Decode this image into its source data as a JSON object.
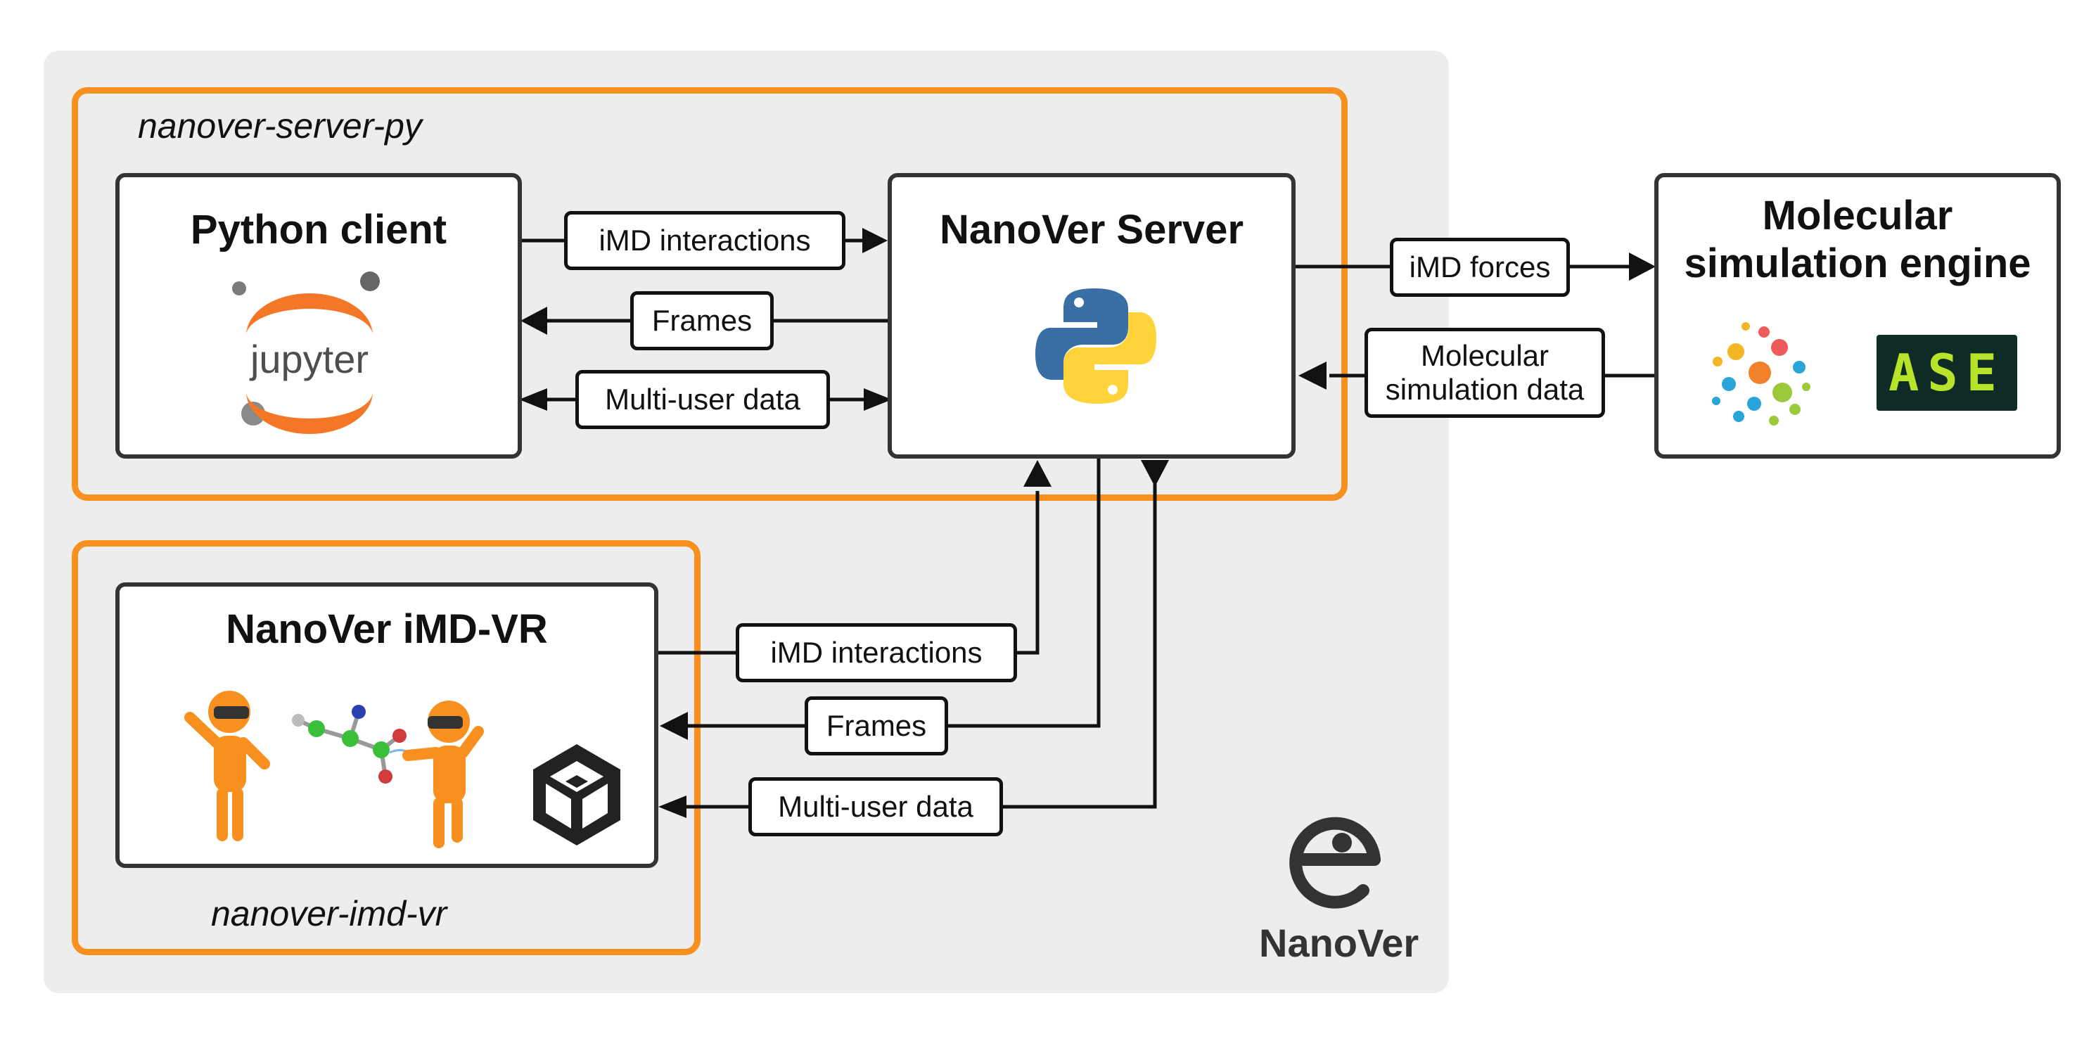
{
  "groups": {
    "server": "nanover-server-py",
    "vr": "nanover-imd-vr"
  },
  "nodes": {
    "python_client": "Python client",
    "jupyter": "jupyter",
    "server": "NanoVer Server",
    "engine_line1": "Molecular",
    "engine_line2": "simulation engine",
    "ase": "ASE",
    "vr": "NanoVer iMD-VR"
  },
  "edges": {
    "imd_interactions_top": "iMD interactions",
    "frames_top": "Frames",
    "multiuser_top": "Multi-user data",
    "imd_forces": "iMD forces",
    "molsim_line1": "Molecular",
    "molsim_line2": "simulation data",
    "imd_interactions_vr": "iMD interactions",
    "frames_vr": "Frames",
    "multiuser_vr": "Multi-user data"
  },
  "brand": {
    "name": "NanoVer"
  },
  "colors": {
    "orange": "#f7901e",
    "panel": "#ededed",
    "border": "#333333",
    "python_blue": "#3a6fa6",
    "python_yellow": "#ffd43b",
    "ase_green": "#b7e42a"
  }
}
